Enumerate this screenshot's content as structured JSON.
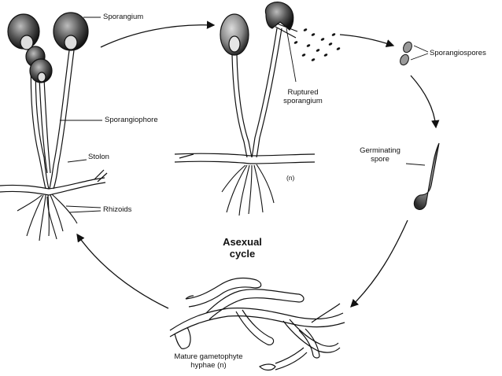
{
  "labels": {
    "sporangium": "Sporangium",
    "sporangiophore": "Sporangiophore",
    "stolon": "Stolon",
    "rhizoids": "Rhizoids",
    "ruptured_line1": "Ruptured",
    "ruptured_line2": "sporangium",
    "ploidy_n": "(n)",
    "sporangiospores": "Sporangiospores",
    "germinating_line1": "Germinating",
    "germinating_line2": "spore",
    "cycle_line1": "Asexual",
    "cycle_line2": "cycle",
    "hyphae_line1": "Mature gametophyte",
    "hyphae_line2": "hyphae (n)"
  },
  "colors": {
    "ink": "#111111",
    "paper": "#ffffff"
  }
}
